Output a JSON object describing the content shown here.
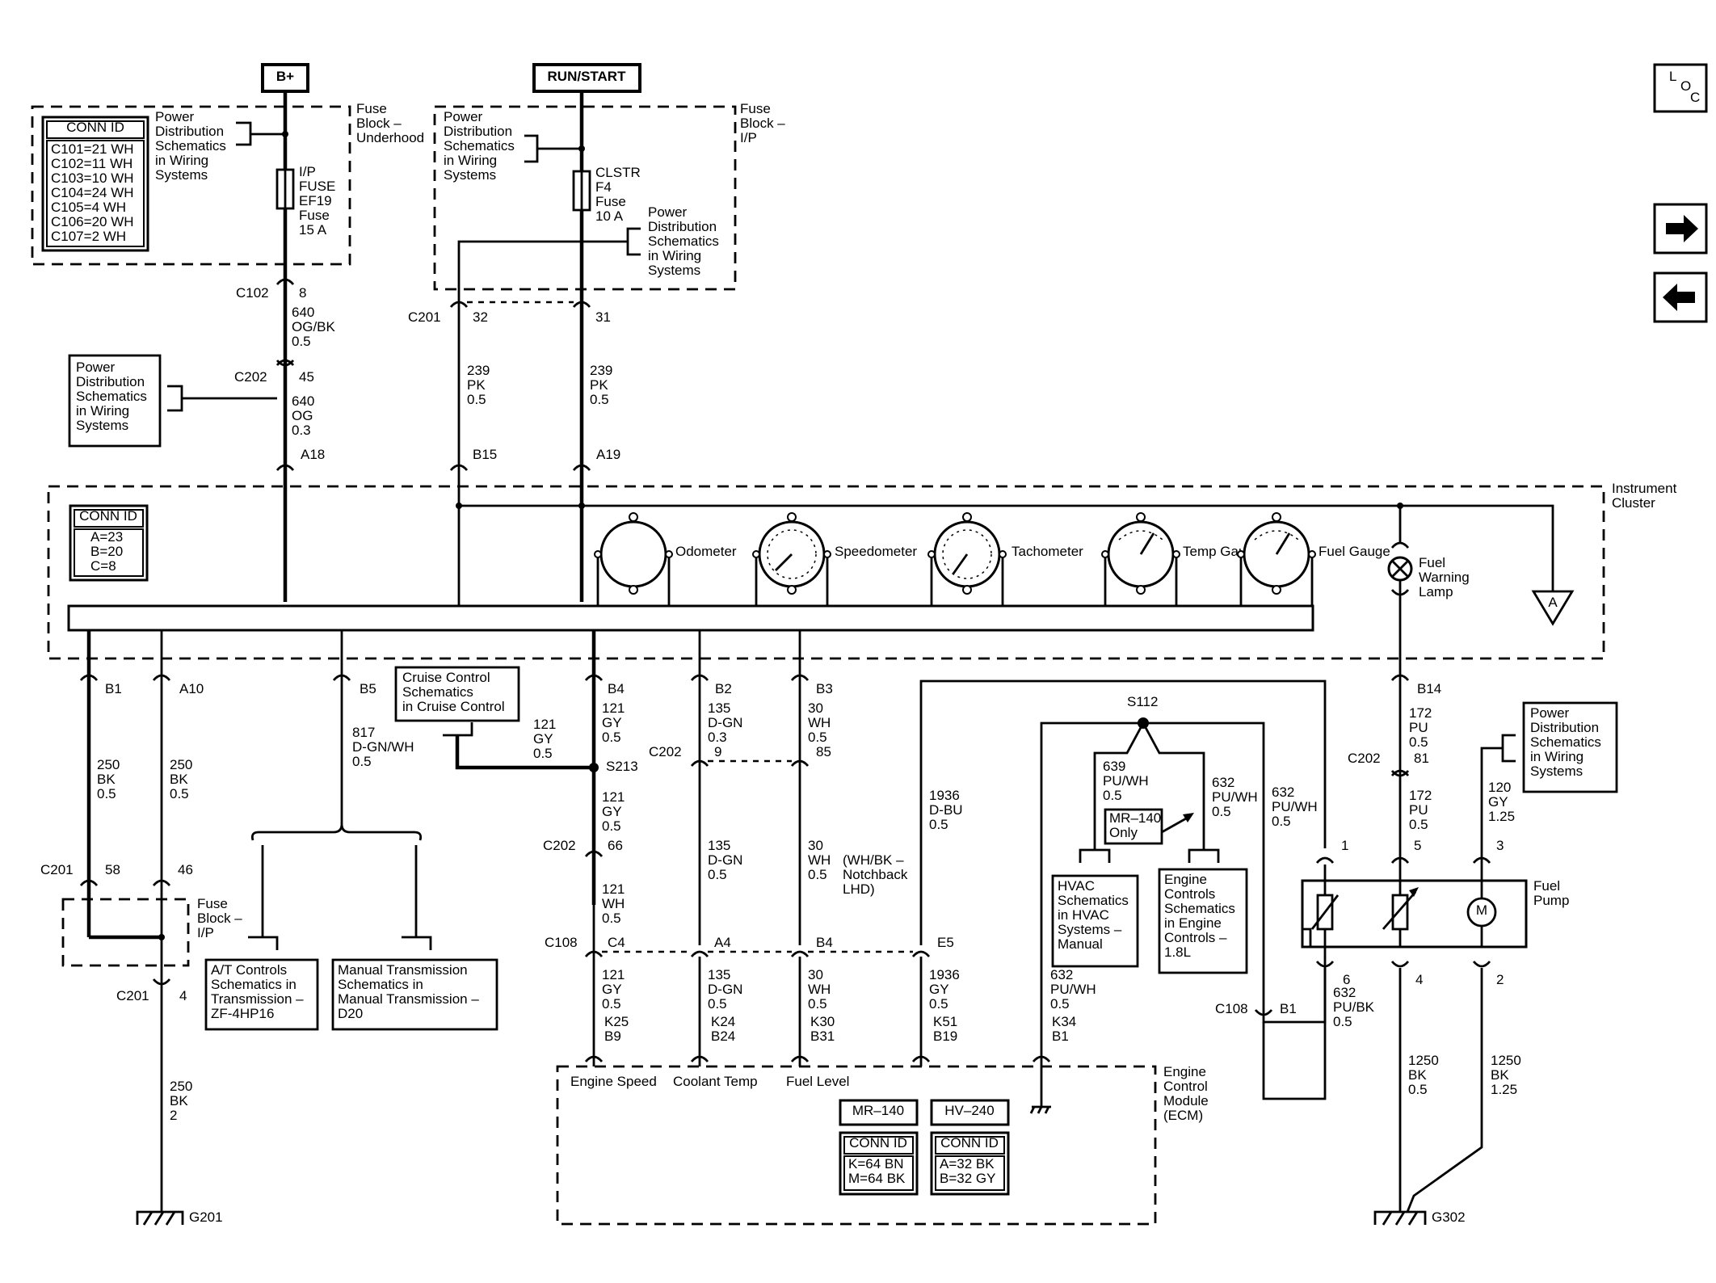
{
  "power": {
    "bplus": "B+",
    "runstart": "RUN/START"
  },
  "nav": {
    "loc_l": "L",
    "loc_o": "O",
    "loc_c": "C"
  },
  "conn_id_fuse": {
    "title": "CONN ID",
    "rows": [
      "C101=21 WH",
      "C102=11 WH",
      "C103=10 WH",
      "C104=24 WH",
      "C105=4 WH",
      "C106=20 WH",
      "C107=2 WH"
    ]
  },
  "pds_lines": [
    "Power",
    "Distribution",
    "Schematics",
    "in Wiring",
    "Systems"
  ],
  "fuse_block_underhood": [
    "Fuse",
    "Block –",
    "Underhood"
  ],
  "fuse_block_ip": [
    "Fuse",
    "Block –",
    "I/P"
  ],
  "fuse_ef19": [
    "I/P",
    "FUSE",
    "EF19",
    "Fuse",
    "15 A"
  ],
  "fuse_f4": [
    "CLSTR",
    "F4",
    "Fuse",
    "10 A"
  ],
  "wires": {
    "c102": "C102",
    "c102_pin": "8",
    "w640_1": [
      "640",
      "OG/BK",
      "0.5"
    ],
    "c202": "C202",
    "c202_pin": "45",
    "w640_2": [
      "640",
      "OG",
      "0.3"
    ],
    "a18": "A18",
    "c201": "C201",
    "c201_p32": "32",
    "c201_p31": "31",
    "w239_1": [
      "239",
      "PK",
      "0.5"
    ],
    "w239_2": [
      "239",
      "PK",
      "0.5"
    ],
    "b15": "B15",
    "a19": "A19"
  },
  "cluster": {
    "title": [
      "Instrument",
      "Cluster"
    ],
    "conn_title": "CONN ID",
    "conn_rows": [
      "A=23",
      "B=20",
      "C=8"
    ],
    "gauges": [
      "Odometer",
      "Speedometer",
      "Tachometer",
      "Temp Gauge",
      "Fuel Gauge"
    ],
    "lamp": [
      "Fuel",
      "Warning",
      "Lamp"
    ],
    "ref_a": "A"
  },
  "bottom_left": {
    "b1": "B1",
    "a10": "A10",
    "b5": "B5",
    "w250_1": [
      "250",
      "BK",
      "0.5"
    ],
    "w250_2": [
      "250",
      "BK",
      "0.5"
    ],
    "w817": [
      "817",
      "D-GN/WH",
      "0.5"
    ],
    "c201": "C201",
    "p58": "58",
    "p46": "46",
    "fuse_ip": [
      "Fuse",
      "Block –",
      "I/P"
    ],
    "c201b": "C201",
    "p4": "4",
    "w250_3": [
      "250",
      "BK",
      "2"
    ],
    "g201": "G201",
    "at_box": [
      "A/T Controls",
      "Schematics in",
      "Transmission –",
      "ZF-4HP16"
    ],
    "mt_box": [
      "Manual Transmission",
      "Schematics in",
      "Manual Transmission –",
      "D20"
    ]
  },
  "cruise": {
    "box": [
      "Cruise Control",
      "Schematics",
      "in Cruise Control"
    ],
    "w121": [
      "121",
      "GY",
      "0.5"
    ],
    "s213": "S213"
  },
  "middle": {
    "b4": "B4",
    "b2": "B2",
    "b3": "B3",
    "w121a": [
      "121",
      "GY",
      "0.5"
    ],
    "w135a": [
      "135",
      "D-GN",
      "0.3"
    ],
    "w30a": [
      "30",
      "WH",
      "0.5"
    ],
    "c202": "C202",
    "p9": "9",
    "p85": "85",
    "w121b": [
      "121",
      "GY",
      "0.5"
    ],
    "c202b": "C202",
    "p66": "66",
    "w135b": [
      "135",
      "D-GN",
      "0.5"
    ],
    "w30b": [
      "30",
      "WH",
      "0.5"
    ],
    "wh_note": [
      "(WH/BK –",
      "Notchback",
      "LHD)"
    ],
    "w121c": [
      "121",
      "WH",
      "0.5"
    ],
    "c108": "C108",
    "c4": "C4",
    "a4": "A4",
    "b4b": "B4",
    "e5": "E5",
    "w1936a": [
      "1936",
      "D-BU",
      "0.5"
    ],
    "w121d": [
      "121",
      "GY",
      "0.5"
    ],
    "w135c": [
      "135",
      "D-GN",
      "0.5"
    ],
    "w30c": [
      "30",
      "WH",
      "0.5"
    ],
    "w1936b": [
      "1936",
      "GY",
      "0.5"
    ],
    "k25": [
      "K25",
      "B9"
    ],
    "k24": [
      "K24",
      "B24"
    ],
    "k30": [
      "K30",
      "B31"
    ],
    "k51": [
      "K51",
      "B19"
    ],
    "k34": [
      "K34",
      "B1"
    ],
    "w632a": [
      "632",
      "PU/WH",
      "0.5"
    ]
  },
  "ecm": {
    "title": [
      "Engine",
      "Control",
      "Module",
      "(ECM)"
    ],
    "inputs": [
      "Engine Speed",
      "Coolant Temp",
      "Fuel Level"
    ],
    "mr140": "MR–140",
    "hv240": "HV–240",
    "conn_title": "CONN ID",
    "k_rows": [
      "K=64 BN",
      "M=64 BK"
    ],
    "h_rows": [
      "A=32 BK",
      "B=32 GY"
    ]
  },
  "right": {
    "s112": "S112",
    "w639": [
      "639",
      "PU/WH",
      "0.5"
    ],
    "mr_only": [
      "MR–140",
      "Only"
    ],
    "w632b": [
      "632",
      "PU/WH",
      "0.5"
    ],
    "w632c": [
      "632",
      "PU/WH",
      "0.5"
    ],
    "hvac_box": [
      "HVAC",
      "Schematics",
      "in HVAC",
      "Systems –",
      "Manual"
    ],
    "engine_box": [
      "Engine",
      "Controls",
      "Schematics",
      "in Engine",
      "Controls –",
      "1.8L"
    ],
    "b14": "B14",
    "w172a": [
      "172",
      "PU",
      "0.5"
    ],
    "c202": "C202",
    "p81": "81",
    "w172b": [
      "172",
      "PU",
      "0.5"
    ],
    "w120": [
      "120",
      "GY",
      "1.25"
    ],
    "p1": "1",
    "p5": "5",
    "p3": "3",
    "fuel_pump": [
      "Fuel",
      "Pump"
    ],
    "motor": "M",
    "p6": "6",
    "p4": "4",
    "p2": "2",
    "w632d": [
      "632",
      "PU/BK",
      "0.5"
    ],
    "c108": "C108",
    "b1": "B1",
    "w1250a": [
      "1250",
      "BK",
      "0.5"
    ],
    "w1250b": [
      "1250",
      "BK",
      "1.25"
    ],
    "g302": "G302"
  }
}
